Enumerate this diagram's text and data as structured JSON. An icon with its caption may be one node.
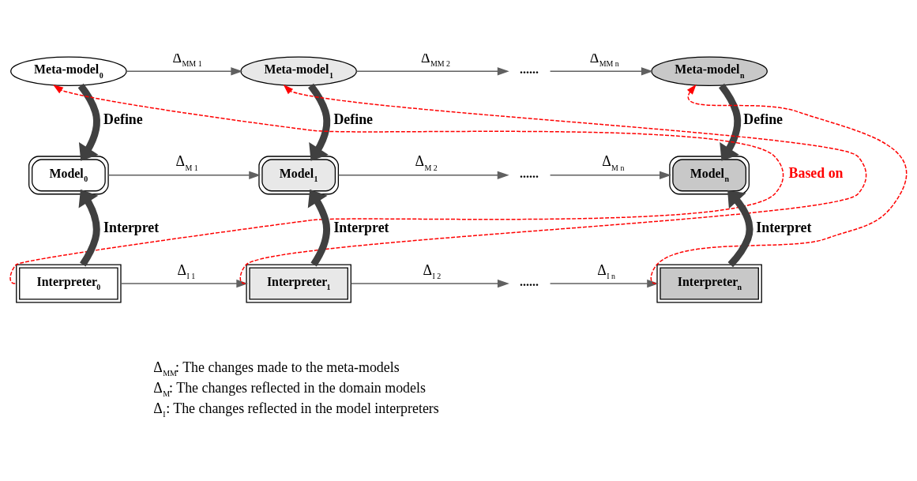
{
  "diagram": {
    "nodes": [
      {
        "text": [
          "Meta-model$_{0}$"
        ]
      },
      {
        "text": [
          "Meta-model$_{1}$"
        ]
      },
      {
        "text": [
          "......"
        ]
      },
      {
        "text": [
          "Meta-model$_{n}$"
        ]
      },
      {
        "text": [
          "Model$_{0}$"
        ]
      },
      {
        "text": [
          "Model$_{1}$"
        ]
      },
      {
        "text": [
          "......"
        ]
      },
      {
        "text": [
          "Model$_{n}$"
        ]
      },
      {
        "text": [
          "Interpreter$_{0}$"
        ]
      },
      {
        "text": [
          "Interpreter$_{1}$"
        ]
      },
      {
        "text": [
          "......"
        ]
      },
      {
        "text": [
          "Interpreter$_{n}$"
        ]
      }
    ],
    "edges": [
      {
        "from": 0,
        "to": 1,
        "arrow": "to",
        "label": "Δ$_{MM 1}$"
      },
      {
        "from": 1,
        "to": 2,
        "arrow": "to",
        "label": "Δ$_{MM 2}$"
      },
      {
        "from": 2,
        "to": 3,
        "arrow": "to",
        "label": "Δ$_{MM n}$"
      },
      {
        "from": 4,
        "to": 5,
        "arrow": "to",
        "label": "Δ$_{M 1}$"
      },
      {
        "from": 5,
        "to": 6,
        "arrow": "to",
        "label": "Δ$_{M 2}$"
      },
      {
        "from": 6,
        "to": 7,
        "arrow": "to",
        "label": "Δ$_{M n}$"
      },
      {
        "from": 8,
        "to": 9,
        "arrow": "to",
        "label": "Δ$_{I 1}$"
      },
      {
        "from": 9,
        "to": 10,
        "arrow": "to",
        "label": "Δ$_{I 2}$"
      },
      {
        "from": 10,
        "to": 11,
        "arrow": "to",
        "label": "Δ$_{I n}$"
      },
      {
        "from": 0,
        "to": 4,
        "arrow": "to",
        "label": "Define",
        "style": "thick",
        "color": "#404040"
      },
      {
        "from": 1,
        "to": 5,
        "arrow": "to",
        "label": "Define",
        "style": "thick",
        "color": "#404040"
      },
      {
        "from": 3,
        "to": 7,
        "arrow": "to",
        "label": "Define",
        "style": "thick",
        "color": "#404040"
      },
      {
        "from": 8,
        "to": 4,
        "arrow": "to",
        "label": "Interpret",
        "style": "thick",
        "color": "#404040"
      },
      {
        "from": 9,
        "to": 5,
        "arrow": "to",
        "label": "Interpret",
        "style": "thick",
        "color": "#404040"
      },
      {
        "from": 11,
        "to": 7,
        "arrow": "to",
        "label": "Interpret",
        "style": "thick",
        "color": "#404040"
      },
      {
        "from": 8,
        "to": 0,
        "arrow": "to",
        "label": "Based on",
        "style": "dashed",
        "color": "#ff0000"
      },
      {
        "from": 9,
        "to": 1,
        "arrow": "to",
        "style": "dashed",
        "color": "#ff0000"
      },
      {
        "from": 11,
        "to": 3,
        "arrow": "to",
        "style": "dashed",
        "color": "#ff0000"
      }
    ],
    "labels": [
      "Δ$_{MM}$: The changes made to the meta-models",
      "Δ$_{M}$: The changes reflected in the domain models",
      "Δ$_{I}$: The changes reflected in the model interpreters"
    ]
  }
}
